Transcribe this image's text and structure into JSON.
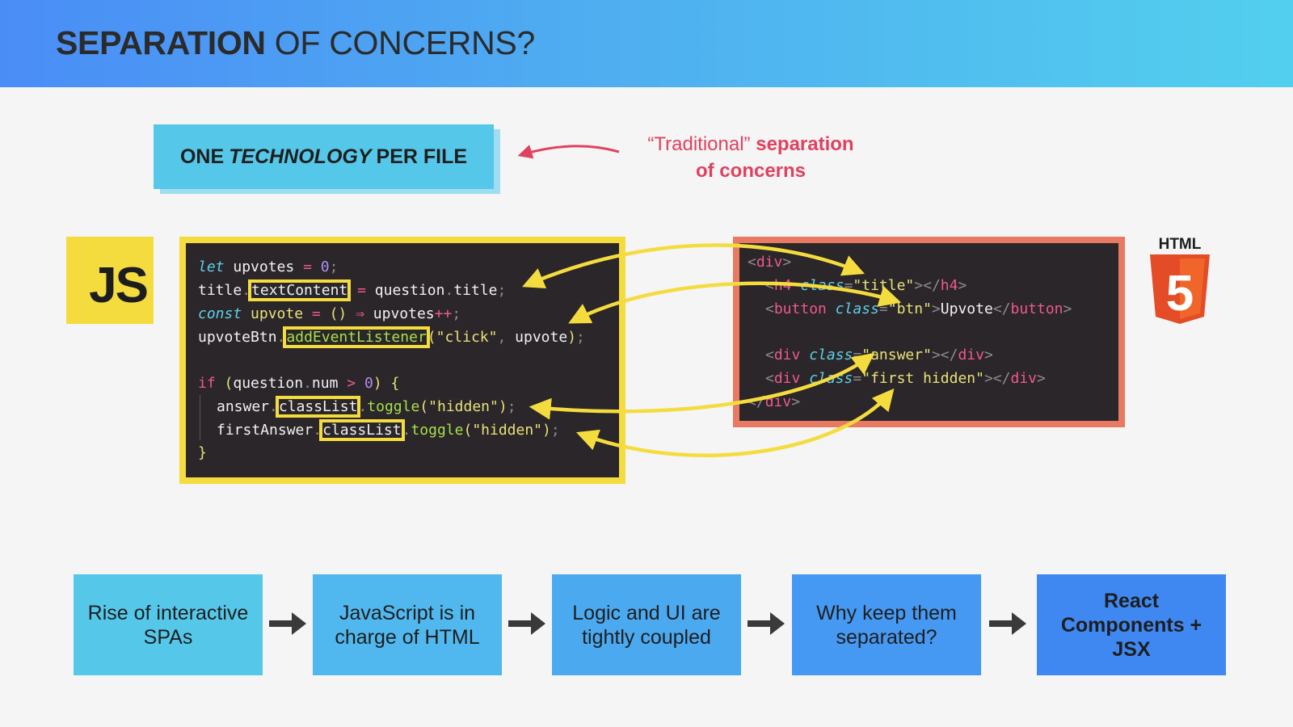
{
  "header": {
    "title_bold": "SEPARATION",
    "title_rest": " OF CONCERNS?"
  },
  "tech_box": {
    "pre": "ONE",
    "italic": "TECHNOLOGY",
    "post": "PER FILE"
  },
  "traditional_note": {
    "quote": "“Traditional”",
    "bold_1": "separation",
    "bold_2": "of concerns"
  },
  "js_logo": {
    "label": "JS"
  },
  "html_logo": {
    "label": "HTML",
    "digit": "5"
  },
  "js_code": {
    "l1": {
      "kw": "let",
      "a": " upvotes ",
      "op": "=",
      "sp": " ",
      "num": "0",
      "end": ";"
    },
    "l2": {
      "a": "title",
      "dot": ".",
      "hl": "textContent",
      "b": " ",
      "op": "=",
      "c": " question",
      "dot2": ".",
      "d": "title",
      "end": ";"
    },
    "l3": {
      "kw": "const",
      "a": " upvote ",
      "op": "=",
      "sp": " ",
      "paren": "()",
      "sp2": " ",
      "arrow": "⇒",
      "b": " upvotes",
      "inc": "++",
      "end": ";"
    },
    "l4": {
      "a": "upvoteBtn",
      "dot": ".",
      "hl": "addEventListener",
      "p": "(",
      "str": "\"click\"",
      "c": ",",
      "b": " upvote",
      "e": ")",
      "end": ";"
    },
    "l5": {
      "kw": "if",
      "sp": " ",
      "p": "(",
      "a": "question",
      "dot": ".",
      "b": "num ",
      "op": ">",
      "sp2": " ",
      "num": "0",
      "e": ")",
      "sp3": " ",
      "brace": "{"
    },
    "l6": {
      "a": "answer",
      "dot": ".",
      "hl": "classList",
      "dot2": ".",
      "fn": "toggle",
      "p": "(",
      "str": "\"hidden\"",
      "e": ")",
      "end": ";"
    },
    "l7": {
      "a": "firstAnswer",
      "dot": ".",
      "hl": "classList",
      "dot2": ".",
      "fn": "toggle",
      "p": "(",
      "str": "\"hidden\"",
      "e": ")",
      "end": ";"
    },
    "l8": {
      "brace": "}"
    }
  },
  "html_code": {
    "l1": {
      "lt": "<",
      "tag": "div",
      "gt": ">"
    },
    "l2": {
      "lt": "<",
      "tag": "h4",
      "sp": " ",
      "attr": "class",
      "eq": "=",
      "str": "\"title\"",
      "gt": ">",
      "lt2": "</",
      "tag2": "h4",
      "gt2": ">"
    },
    "l3": {
      "lt": "<",
      "tag": "button",
      "sp": " ",
      "attr": "class",
      "eq": "=",
      "str": "\"btn\"",
      "gt": ">",
      "text": "Upvote",
      "lt2": "</",
      "tag2": "button",
      "gt2": ">"
    },
    "l4": {
      "lt": "<",
      "tag": "div",
      "sp": " ",
      "attr": "class",
      "eq": "=",
      "str": "\"answer\"",
      "gt": ">",
      "lt2": "</",
      "tag2": "div",
      "gt2": ">"
    },
    "l5": {
      "lt": "<",
      "tag": "div",
      "sp": " ",
      "attr": "class",
      "eq": "=",
      "str": "\"first hidden\"",
      "gt": ">",
      "lt2": "</",
      "tag2": "div",
      "gt2": ">"
    },
    "l6": {
      "lt": "</",
      "tag": "div",
      "gt": ">"
    }
  },
  "flow": [
    {
      "label": "Rise of interactive SPAs",
      "color": "#55c8ea"
    },
    {
      "label": "JavaScript is in charge of HTML",
      "color": "#50b8ee"
    },
    {
      "label": "Logic and UI are tightly coupled",
      "color": "#4ba9f0"
    },
    {
      "label": "Why keep them separated?",
      "color": "#4699f2"
    },
    {
      "label": "React Components + JSX",
      "color": "#3f88f2"
    }
  ],
  "colors": {
    "accent_red": "#e0415f",
    "highlight_yellow": "#f5dc3e",
    "html_orange": "#e87a62",
    "flow_arrow": "#3a3a3a"
  }
}
